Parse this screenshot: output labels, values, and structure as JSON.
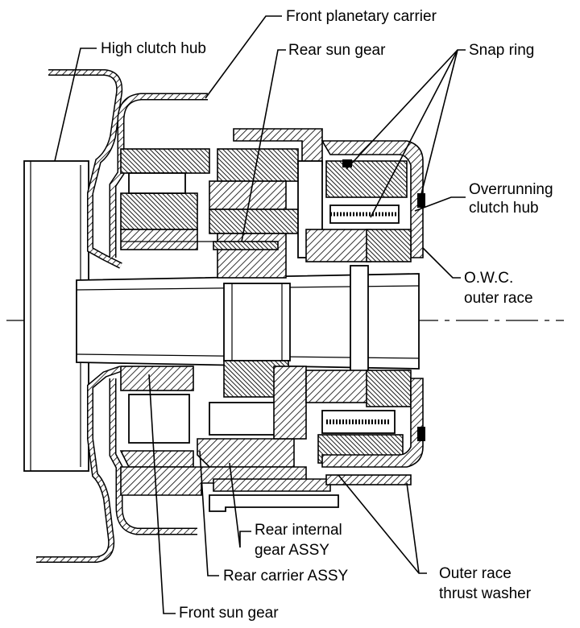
{
  "labels": {
    "front_planetary_carrier": "Front planetary carrier",
    "high_clutch_hub": "High clutch hub",
    "rear_sun_gear": "Rear sun gear",
    "snap_ring": "Snap ring",
    "overrunning_clutch_hub_1": "Overrunning",
    "overrunning_clutch_hub_2": "clutch hub",
    "owc_outer_race_1": "O.W.C.",
    "owc_outer_race_2": "outer race",
    "rear_internal_gear_1": "Rear internal",
    "rear_internal_gear_2": "gear ASSY",
    "rear_carrier_assy": "Rear carrier ASSY",
    "outer_race_thrust_washer_1": "Outer race",
    "outer_race_thrust_washer_2": "thrust washer",
    "front_sun_gear": "Front sun gear"
  }
}
